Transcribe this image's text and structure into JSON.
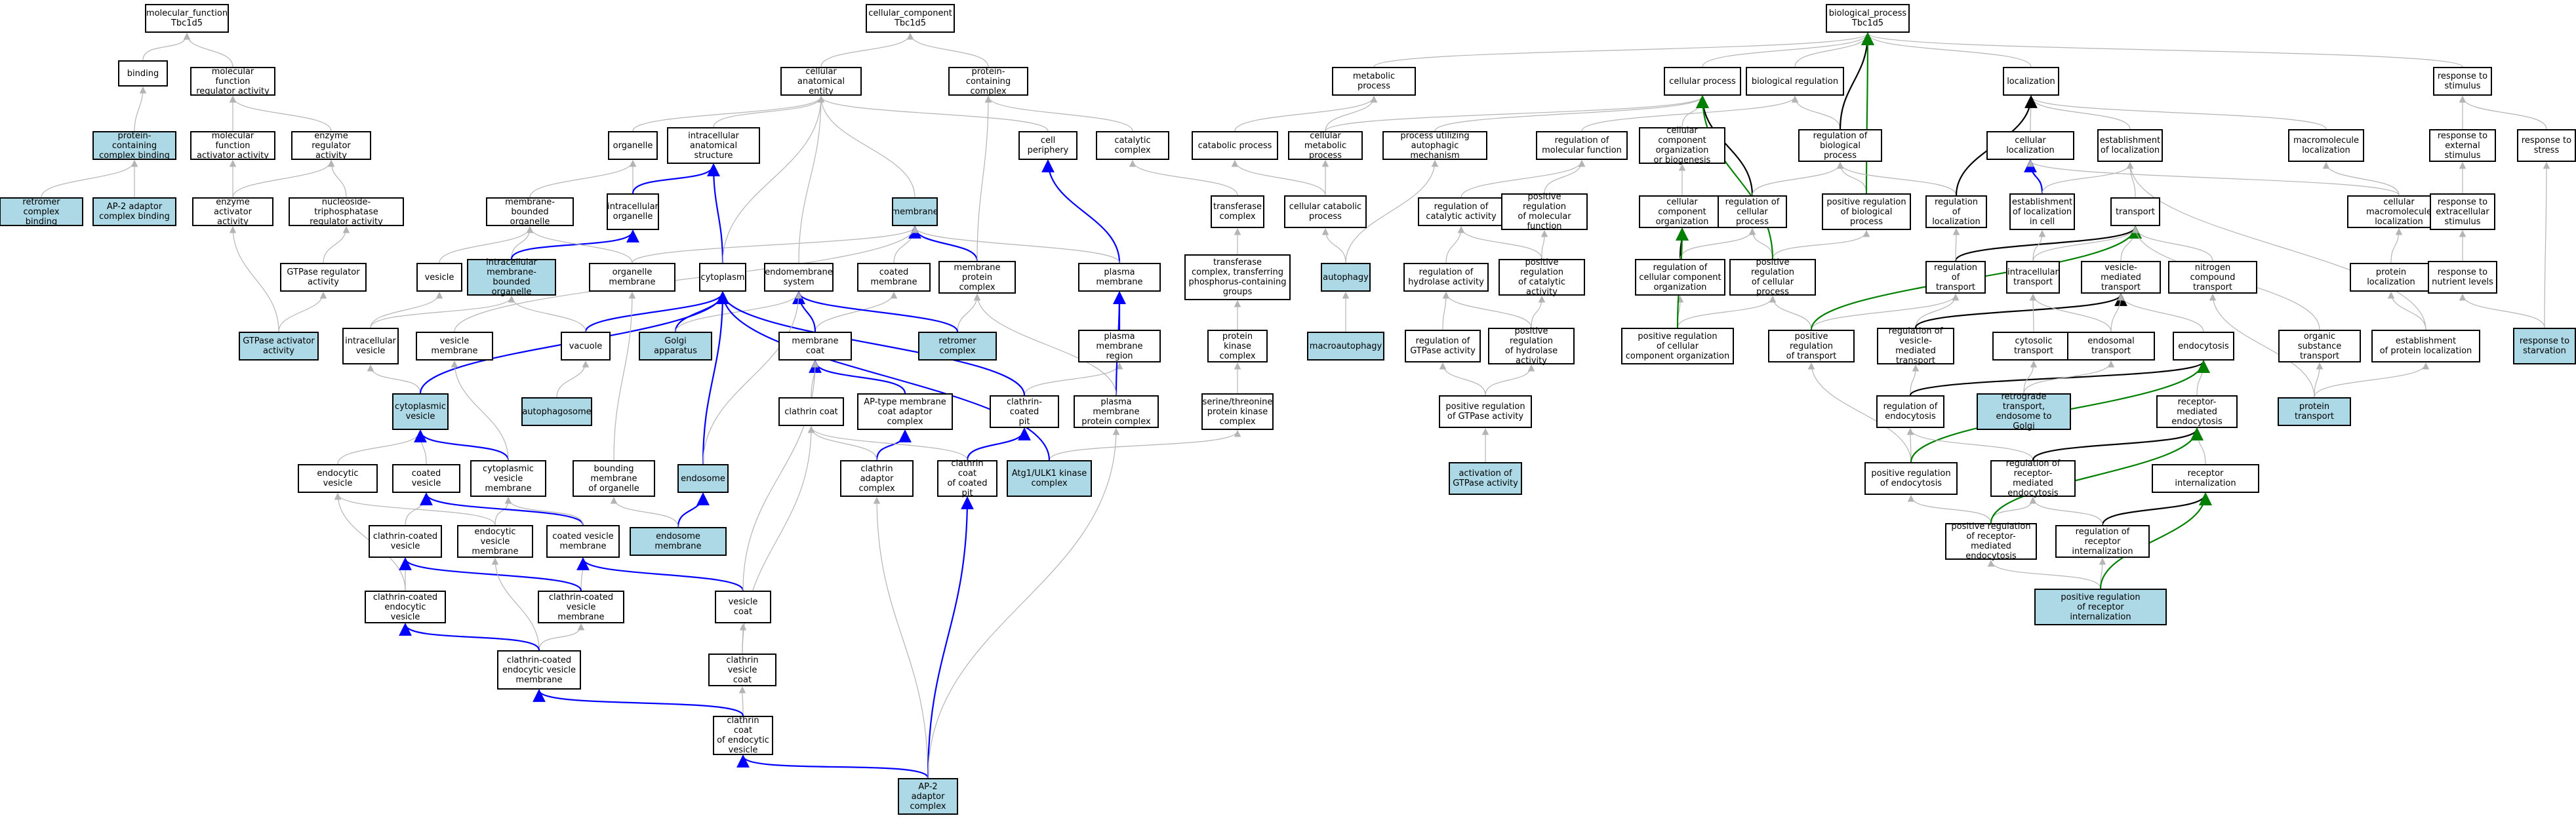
{
  "colors": {
    "highlight": "#add8e6",
    "node": "#ffffff",
    "border": "#000000",
    "edge_gray": "#b4b4b4",
    "edge_black": "#000000",
    "edge_blue": "#0000ff",
    "edge_green": "#008000"
  },
  "nodes": [
    {
      "id": "mf",
      "label": "molecular_function\nTbc1d5",
      "hl": false
    },
    {
      "id": "binding",
      "label": "binding",
      "hl": false
    },
    {
      "id": "mfra",
      "label": "molecular function\nregulator activity",
      "hl": false
    },
    {
      "id": "pccb",
      "label": "protein-containing\ncomplex binding",
      "hl": true
    },
    {
      "id": "mfaa",
      "label": "molecular function\nactivator activity",
      "hl": false
    },
    {
      "id": "era",
      "label": "enzyme regulator\nactivity",
      "hl": false
    },
    {
      "id": "retb",
      "label": "retromer complex\nbinding",
      "hl": true
    },
    {
      "id": "ap2b",
      "label": "AP-2 adaptor\ncomplex binding",
      "hl": true
    },
    {
      "id": "eaa",
      "label": "enzyme activator\nactivity",
      "hl": false
    },
    {
      "id": "ntpra",
      "label": "nucleoside-triphosphatase\nregulator activity",
      "hl": false
    },
    {
      "id": "gtpra",
      "label": "GTPase regulator\nactivity",
      "hl": false
    },
    {
      "id": "gtpaa",
      "label": "GTPase activator\nactivity",
      "hl": true
    },
    {
      "id": "cc",
      "label": "cellular_component\nTbc1d5",
      "hl": false
    },
    {
      "id": "cae",
      "label": "cellular anatomical\nentity",
      "hl": false
    },
    {
      "id": "pcc",
      "label": "protein-containing\ncomplex",
      "hl": false
    },
    {
      "id": "organelle",
      "label": "organelle",
      "hl": false
    },
    {
      "id": "ias",
      "label": "intracellular\nanatomical structure",
      "hl": false
    },
    {
      "id": "mbo",
      "label": "membrane-bounded\norganelle",
      "hl": false
    },
    {
      "id": "io",
      "label": "intracellular\norganelle",
      "hl": false
    },
    {
      "id": "membrane",
      "label": "membrane",
      "hl": true
    },
    {
      "id": "vesicle",
      "label": "vesicle",
      "hl": false
    },
    {
      "id": "imbo",
      "label": "intracellular\nmembrane-bounded\norganelle",
      "hl": true
    },
    {
      "id": "orgmem",
      "label": "organelle membrane",
      "hl": false
    },
    {
      "id": "cytoplasm",
      "label": "cytoplasm",
      "hl": false
    },
    {
      "id": "endosys",
      "label": "endomembrane\nsystem",
      "hl": false
    },
    {
      "id": "coatmem",
      "label": "coated membrane",
      "hl": false
    },
    {
      "id": "mpc",
      "label": "membrane protein\ncomplex",
      "hl": false
    },
    {
      "id": "cellper",
      "label": "cell periphery",
      "hl": false
    },
    {
      "id": "catcx",
      "label": "catalytic complex",
      "hl": false
    },
    {
      "id": "ivesicle",
      "label": "intracellular\nvesicle",
      "hl": false
    },
    {
      "id": "vesmem",
      "label": "vesicle membrane",
      "hl": false
    },
    {
      "id": "vacuole",
      "label": "vacuole",
      "hl": false
    },
    {
      "id": "golgi",
      "label": "Golgi apparatus",
      "hl": true
    },
    {
      "id": "memcoat",
      "label": "membrane coat",
      "hl": false
    },
    {
      "id": "retcx",
      "label": "retromer complex",
      "hl": true
    },
    {
      "id": "pm",
      "label": "plasma membrane",
      "hl": false
    },
    {
      "id": "pmr",
      "label": "plasma membrane\nregion",
      "hl": false
    },
    {
      "id": "transcx",
      "label": "transferase\ncomplex",
      "hl": false
    },
    {
      "id": "tcppg",
      "label": "transferase\ncomplex, transferring\nphosphorus-containing\ngroups",
      "hl": false
    },
    {
      "id": "pkc",
      "label": "protein kinase\ncomplex",
      "hl": false
    },
    {
      "id": "stpkc",
      "label": "serine/threonine\nprotein kinase\ncomplex",
      "hl": false
    },
    {
      "id": "cytves",
      "label": "cytoplasmic\nvesicle",
      "hl": true
    },
    {
      "id": "autophagosome",
      "label": "autophagosome",
      "hl": true
    },
    {
      "id": "clathcoat",
      "label": "clathrin coat",
      "hl": false
    },
    {
      "id": "aptype",
      "label": "AP-type membrane\ncoat adaptor\ncomplex",
      "hl": false
    },
    {
      "id": "ccp",
      "label": "clathrin-coated\npit",
      "hl": false
    },
    {
      "id": "pmpc",
      "label": "plasma membrane\nprotein complex",
      "hl": false
    },
    {
      "id": "endves",
      "label": "endocytic vesicle",
      "hl": false
    },
    {
      "id": "coatves",
      "label": "coated vesicle",
      "hl": false
    },
    {
      "id": "cytvm",
      "label": "cytoplasmic\nvesicle membrane",
      "hl": false
    },
    {
      "id": "bmo",
      "label": "bounding membrane\nof organelle",
      "hl": false
    },
    {
      "id": "endosome",
      "label": "endosome",
      "hl": true
    },
    {
      "id": "cac",
      "label": "clathrin adaptor\ncomplex",
      "hl": false
    },
    {
      "id": "ccofcp",
      "label": "clathrin coat\nof coated pit",
      "hl": false
    },
    {
      "id": "atg1",
      "label": "Atg1/ULK1 kinase\ncomplex",
      "hl": true
    },
    {
      "id": "ccv",
      "label": "clathrin-coated\nvesicle",
      "hl": false
    },
    {
      "id": "evm",
      "label": "endocytic vesicle\nmembrane",
      "hl": false
    },
    {
      "id": "cvm",
      "label": "coated vesicle\nmembrane",
      "hl": false
    },
    {
      "id": "endomem",
      "label": "endosome membrane",
      "hl": true
    },
    {
      "id": "ccev",
      "label": "clathrin-coated\nendocytic vesicle",
      "hl": false
    },
    {
      "id": "ccvm",
      "label": "clathrin-coated\nvesicle membrane",
      "hl": false
    },
    {
      "id": "vescoat",
      "label": "vesicle coat",
      "hl": false
    },
    {
      "id": "ccevm",
      "label": "clathrin-coated\nendocytic vesicle\nmembrane",
      "hl": false
    },
    {
      "id": "cvc",
      "label": "clathrin vesicle\ncoat",
      "hl": false
    },
    {
      "id": "ccoev",
      "label": "clathrin coat\nof endocytic\nvesicle",
      "hl": false
    },
    {
      "id": "ap2a",
      "label": "AP-2 adaptor\ncomplex",
      "hl": true
    },
    {
      "id": "bp",
      "label": "biological_process\nTbc1d5",
      "hl": false
    },
    {
      "id": "metproc",
      "label": "metabolic process",
      "hl": false
    },
    {
      "id": "cellproc",
      "label": "cellular process",
      "hl": false
    },
    {
      "id": "bioreg",
      "label": "biological regulation",
      "hl": false
    },
    {
      "id": "loc",
      "label": "localization",
      "hl": false
    },
    {
      "id": "rts",
      "label": "response to\nstimulus",
      "hl": false
    },
    {
      "id": "catproc",
      "label": "catabolic process",
      "hl": false
    },
    {
      "id": "cmp",
      "label": "cellular metabolic\nprocess",
      "hl": false
    },
    {
      "id": "puam",
      "label": "process utilizing\nautophagic mechanism",
      "hl": false
    },
    {
      "id": "rmf",
      "label": "regulation of\nmolecular function",
      "hl": false
    },
    {
      "id": "ccob",
      "label": "cellular component\norganization\nor biogenesis",
      "hl": false
    },
    {
      "id": "rbp",
      "label": "regulation of\nbiological process",
      "hl": false
    },
    {
      "id": "cellloc",
      "label": "cellular localization",
      "hl": false
    },
    {
      "id": "estloc",
      "label": "establishment\nof localization",
      "hl": false
    },
    {
      "id": "macloc",
      "label": "macromolecule\nlocalization",
      "hl": false
    },
    {
      "id": "rtes",
      "label": "response to\nexternal stimulus",
      "hl": false
    },
    {
      "id": "rtstress",
      "label": "response to\nstress",
      "hl": false
    },
    {
      "id": "transcx2",
      "label": "transferase\ncomplex",
      "hl": false
    },
    {
      "id": "ccatp",
      "label": "cellular catabolic\nprocess",
      "hl": false
    },
    {
      "id": "rca",
      "label": "regulation of\ncatalytic activity",
      "hl": false
    },
    {
      "id": "prmf",
      "label": "positive regulation\nof molecular\nfunction",
      "hl": false
    },
    {
      "id": "cco",
      "label": "cellular component\norganization",
      "hl": false
    },
    {
      "id": "rcp",
      "label": "regulation of\ncellular process",
      "hl": false
    },
    {
      "id": "prbp",
      "label": "positive regulation\nof biological\nprocess",
      "hl": false
    },
    {
      "id": "rloc",
      "label": "regulation of\nlocalization",
      "hl": false
    },
    {
      "id": "elc",
      "label": "establishment\nof localization\nin cell",
      "hl": false
    },
    {
      "id": "transport",
      "label": "transport",
      "hl": false
    },
    {
      "id": "cml",
      "label": "cellular macromolecule\nlocalization",
      "hl": false
    },
    {
      "id": "rtecs",
      "label": "response to\nextracellular\nstimulus",
      "hl": false
    },
    {
      "id": "autophagy",
      "label": "autophagy",
      "hl": true
    },
    {
      "id": "rha",
      "label": "regulation of\nhydrolase activity",
      "hl": false
    },
    {
      "id": "prca",
      "label": "positive regulation\nof catalytic\nactivity",
      "hl": false
    },
    {
      "id": "rcco",
      "label": "regulation of\ncellular component\norganization",
      "hl": false
    },
    {
      "id": "prcp",
      "label": "positive regulation\nof cellular\nprocess",
      "hl": false
    },
    {
      "id": "rtr",
      "label": "regulation of\ntransport",
      "hl": false
    },
    {
      "id": "itr",
      "label": "intracellular\ntransport",
      "hl": false
    },
    {
      "id": "vmt",
      "label": "vesicle-mediated\ntransport",
      "hl": false
    },
    {
      "id": "nct",
      "label": "nitrogen compound\ntransport",
      "hl": false
    },
    {
      "id": "ploc",
      "label": "protein localization",
      "hl": false
    },
    {
      "id": "rtnl",
      "label": "response to\nnutrient levels",
      "hl": false
    },
    {
      "id": "macroaut",
      "label": "macroautophagy",
      "hl": true
    },
    {
      "id": "rgtp",
      "label": "regulation of\nGTPase activity",
      "hl": false
    },
    {
      "id": "prha",
      "label": "positive regulation\nof hydrolase\nactivity",
      "hl": false
    },
    {
      "id": "prcco",
      "label": "positive regulation\nof cellular\ncomponent organization",
      "hl": false
    },
    {
      "id": "prtr",
      "label": "positive regulation\nof transport",
      "hl": false
    },
    {
      "id": "rvmt",
      "label": "regulation of\nvesicle-mediated\ntransport",
      "hl": false
    },
    {
      "id": "cytt",
      "label": "cytosolic transport",
      "hl": false
    },
    {
      "id": "endot",
      "label": "endosomal transport",
      "hl": false
    },
    {
      "id": "endocytosis",
      "label": "endocytosis",
      "hl": false
    },
    {
      "id": "ost",
      "label": "organic substance\ntransport",
      "hl": false
    },
    {
      "id": "epl",
      "label": "establishment\nof protein localization",
      "hl": false
    },
    {
      "id": "rtstarv",
      "label": "response to\nstarvation",
      "hl": true
    },
    {
      "id": "prgtp",
      "label": "positive regulation\nof GTPase activity",
      "hl": false
    },
    {
      "id": "rendo",
      "label": "regulation of\nendocytosis",
      "hl": false
    },
    {
      "id": "retgolgi",
      "label": "retrograde transport,\nendosome to\nGolgi",
      "hl": true
    },
    {
      "id": "rme",
      "label": "receptor-mediated\nendocytosis",
      "hl": false
    },
    {
      "id": "ptransport",
      "label": "protein transport",
      "hl": true
    },
    {
      "id": "agtp",
      "label": "activation of\nGTPase activity",
      "hl": true
    },
    {
      "id": "prendo",
      "label": "positive regulation\nof endocytosis",
      "hl": false
    },
    {
      "id": "rrme",
      "label": "regulation of\nreceptor-mediated\nendocytosis",
      "hl": false
    },
    {
      "id": "recint",
      "label": "receptor internalization",
      "hl": false
    },
    {
      "id": "prrme",
      "label": "positive regulation\nof receptor-mediated\nendocytosis",
      "hl": false
    },
    {
      "id": "rri",
      "label": "regulation of\nreceptor internalization",
      "hl": false
    },
    {
      "id": "prri",
      "label": "positive regulation\nof receptor\ninternalization",
      "hl": true
    }
  ]
}
